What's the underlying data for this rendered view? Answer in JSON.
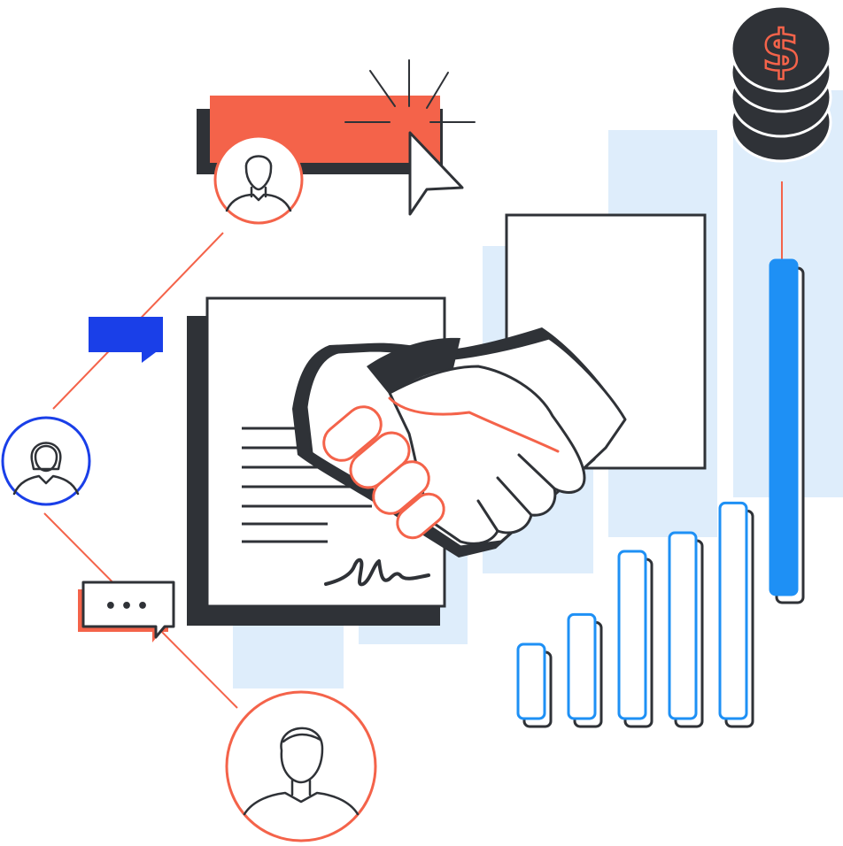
{
  "colors": {
    "orange": "#f4634a",
    "dark": "#2f3237",
    "blue_accent": "#1a3fe8",
    "bar_blue": "#1e90f5",
    "light_blue": "#deedfb",
    "white": "#ffffff"
  },
  "coin_symbol": "$",
  "chat_bubble_text": "•••",
  "icons": {
    "cursor": "cursor-arrow-icon",
    "handshake": "handshake-icon",
    "contract": "contract-document-icon",
    "coins": "coin-stack-icon",
    "person": "person-avatar-icon",
    "chat": "chat-bubble-icon"
  },
  "growth_bars": {
    "values": [
      0.2,
      0.28,
      0.45,
      0.5,
      0.58,
      0.9
    ]
  }
}
